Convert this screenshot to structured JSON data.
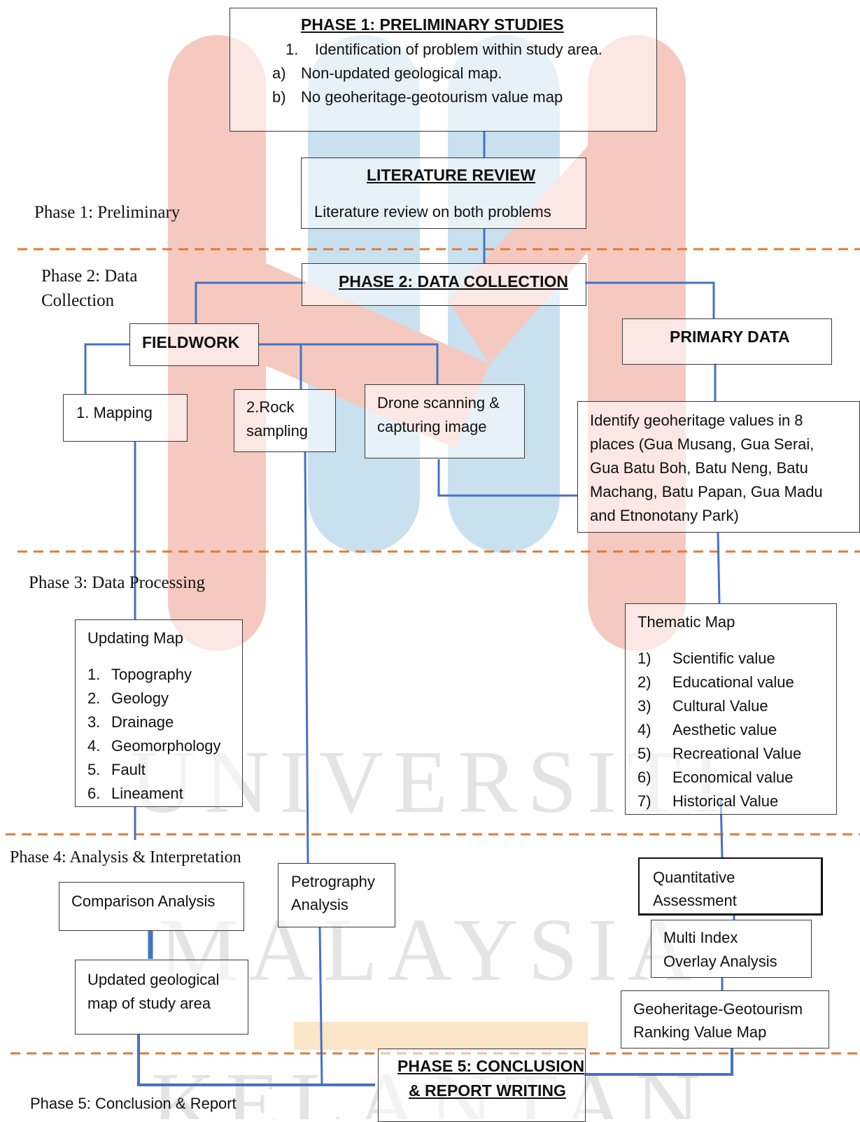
{
  "watermark": {
    "line1": "UNIVERSITI",
    "line2": "MALAYSIA",
    "line3": "KELANTAN",
    "colors": {
      "red": "#f5c9c0",
      "blue": "#c9e0ef",
      "grey": "#e4e4e4",
      "orange": "#fbe6c8"
    }
  },
  "colors": {
    "connector": "#4472c4",
    "divider": "#e07b39",
    "border": "#3a3a3a"
  },
  "phase_labels": {
    "p1": "Phase 1: Preliminary",
    "p2_line1": "Phase 2: Data",
    "p2_line2": "Collection",
    "p3": "Phase 3: Data Processing",
    "p4": "Phase 4: Analysis & Interpretation",
    "p5": "Phase 5: Conclusion & Report"
  },
  "prelim": {
    "title": "PHASE 1: PRELIMINARY STUDIES",
    "item1_num": "1.",
    "item1": "Identification of problem within study area.",
    "a_num": "a)",
    "a": "Non-updated geological map.",
    "b_num": "b)",
    "b": "No geoheritage-geotourism value map"
  },
  "lit": {
    "title": "LITERATURE REVIEW",
    "text": "Literature review on both problems"
  },
  "data_collection": {
    "title": "PHASE 2: DATA COLLECTION"
  },
  "fieldwork": {
    "title": "FIELDWORK"
  },
  "primary": {
    "title": "PRIMARY DATA"
  },
  "mapping": {
    "text": "1. Mapping"
  },
  "rock": {
    "line1": "2.Rock",
    "line2": "sampling"
  },
  "drone": {
    "line1": "Drone scanning &",
    "line2": "capturing image"
  },
  "identify": {
    "lines": [
      "Identify geoheritage values in 8",
      "places (Gua Musang, Gua Serai,",
      "Gua Batu Boh, Batu Neng, Batu",
      "Machang, Batu Papan, Gua Madu",
      "and Etnonotany Park)"
    ]
  },
  "updating": {
    "title": "Updating Map",
    "items": [
      {
        "n": "1.",
        "t": "Topography"
      },
      {
        "n": "2.",
        "t": "Geology"
      },
      {
        "n": "3.",
        "t": "Drainage"
      },
      {
        "n": "4.",
        "t": "Geomorphology"
      },
      {
        "n": "5.",
        "t": "Fault"
      },
      {
        "n": "6.",
        "t": "Lineament"
      }
    ]
  },
  "thematic": {
    "title": "Thematic Map",
    "items": [
      {
        "n": "1)",
        "t": "Scientific value"
      },
      {
        "n": "2)",
        "t": "Educational value"
      },
      {
        "n": "3)",
        "t": "Cultural Value"
      },
      {
        "n": "4)",
        "t": "Aesthetic value"
      },
      {
        "n": "5)",
        "t": "Recreational Value"
      },
      {
        "n": "6)",
        "t": "Economical value"
      },
      {
        "n": "7)",
        "t": "Historical Value"
      }
    ]
  },
  "comparison": {
    "text": "Comparison Analysis"
  },
  "petro": {
    "line1": "Petrography",
    "line2": "Analysis"
  },
  "quant": {
    "line1": "Quantitative",
    "line2": "Assessment"
  },
  "multi": {
    "line1": "Multi Index",
    "line2": "Overlay Analysis"
  },
  "updated_map": {
    "line1": "Updated geological",
    "line2": "map of study area"
  },
  "ranking": {
    "line1": "Geoheritage-Geotourism",
    "line2": "Ranking Value Map"
  },
  "conclusion": {
    "line1": "PHASE 5: CONCLUSION",
    "line2": "& REPORT WRITING"
  }
}
